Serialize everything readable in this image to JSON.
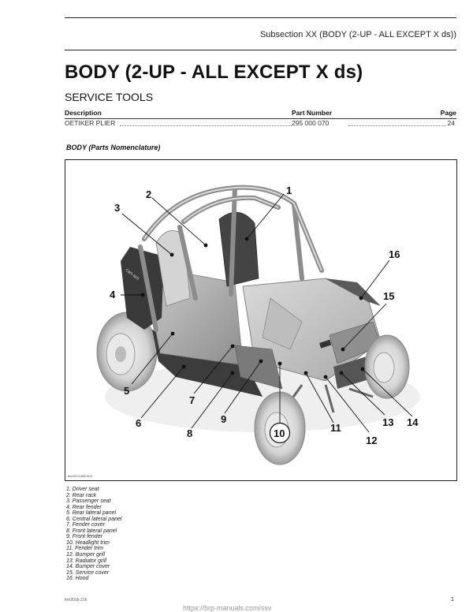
{
  "header": {
    "subsection": "Subsection XX (BODY (2-UP - ALL EXCEPT X ds))"
  },
  "title": "BODY (2-UP - ALL EXCEPT X ds)",
  "service_tools": {
    "heading": "SERVICE TOOLS",
    "columns": {
      "description": "Description",
      "part_number": "Part Number",
      "page": "Page"
    },
    "rows": [
      {
        "description": "OETIKER PLIER",
        "part_number": "295 000 070",
        "page": "24"
      }
    ]
  },
  "figure": {
    "caption": "BODY (Parts Nomenclature)",
    "code": "tmr2013-085-003",
    "callouts": [
      "1",
      "2",
      "3",
      "4",
      "5",
      "6",
      "7",
      "8",
      "9",
      "10",
      "11",
      "12",
      "13",
      "14",
      "15",
      "16"
    ],
    "decal_text": "can-am"
  },
  "legend": [
    "1.  Driver seat",
    "2.  Rear rack",
    "3.  Passenger seat",
    "4.  Rear fender",
    "5.  Rear lateral panel",
    "6.  Central lateral panel",
    "7.  Fender cover",
    "8.  Front lateral panel",
    "9.  Front fender",
    "10. Headlight trim",
    "11. Fender trim",
    "12. Bumper grill",
    "13. Radiator grill",
    "14. Bumper cover",
    "15. Service cover",
    "16. Hood"
  ],
  "footer": {
    "code": "tmr2016-216",
    "page_number": "1",
    "watermark": "https://brp-manuals.com/ssv"
  }
}
